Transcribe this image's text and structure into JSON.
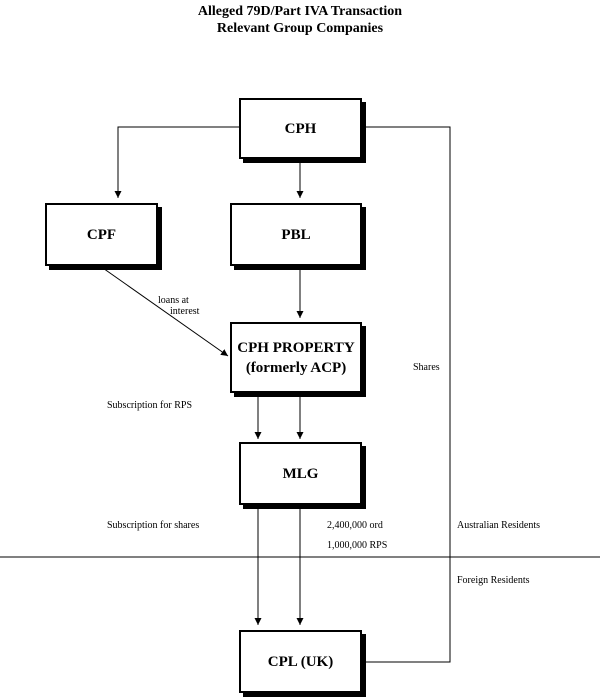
{
  "title": {
    "line1": "Alleged 79D/Part IVA Transaction",
    "line2": "Relevant Group Companies"
  },
  "entities": {
    "cph": "CPH",
    "cpf": "CPF",
    "pbl": "PBL",
    "cph_property_line1": "CPH PROPERTY",
    "cph_property_line2": "(formerly ACP)",
    "mlg": "MLG",
    "cpl_uk": "CPL (UK)"
  },
  "labels": {
    "loans_line1": "loans at",
    "loans_line2": "interest",
    "subscription_rps": "Subscription for RPS",
    "subscription_shares": "Subscription for shares",
    "shares": "Shares",
    "ord": "2,400,000 ord",
    "rps": "1,000,000 RPS",
    "australian_residents": "Australian Residents",
    "foreign_residents": "Foreign Residents"
  }
}
